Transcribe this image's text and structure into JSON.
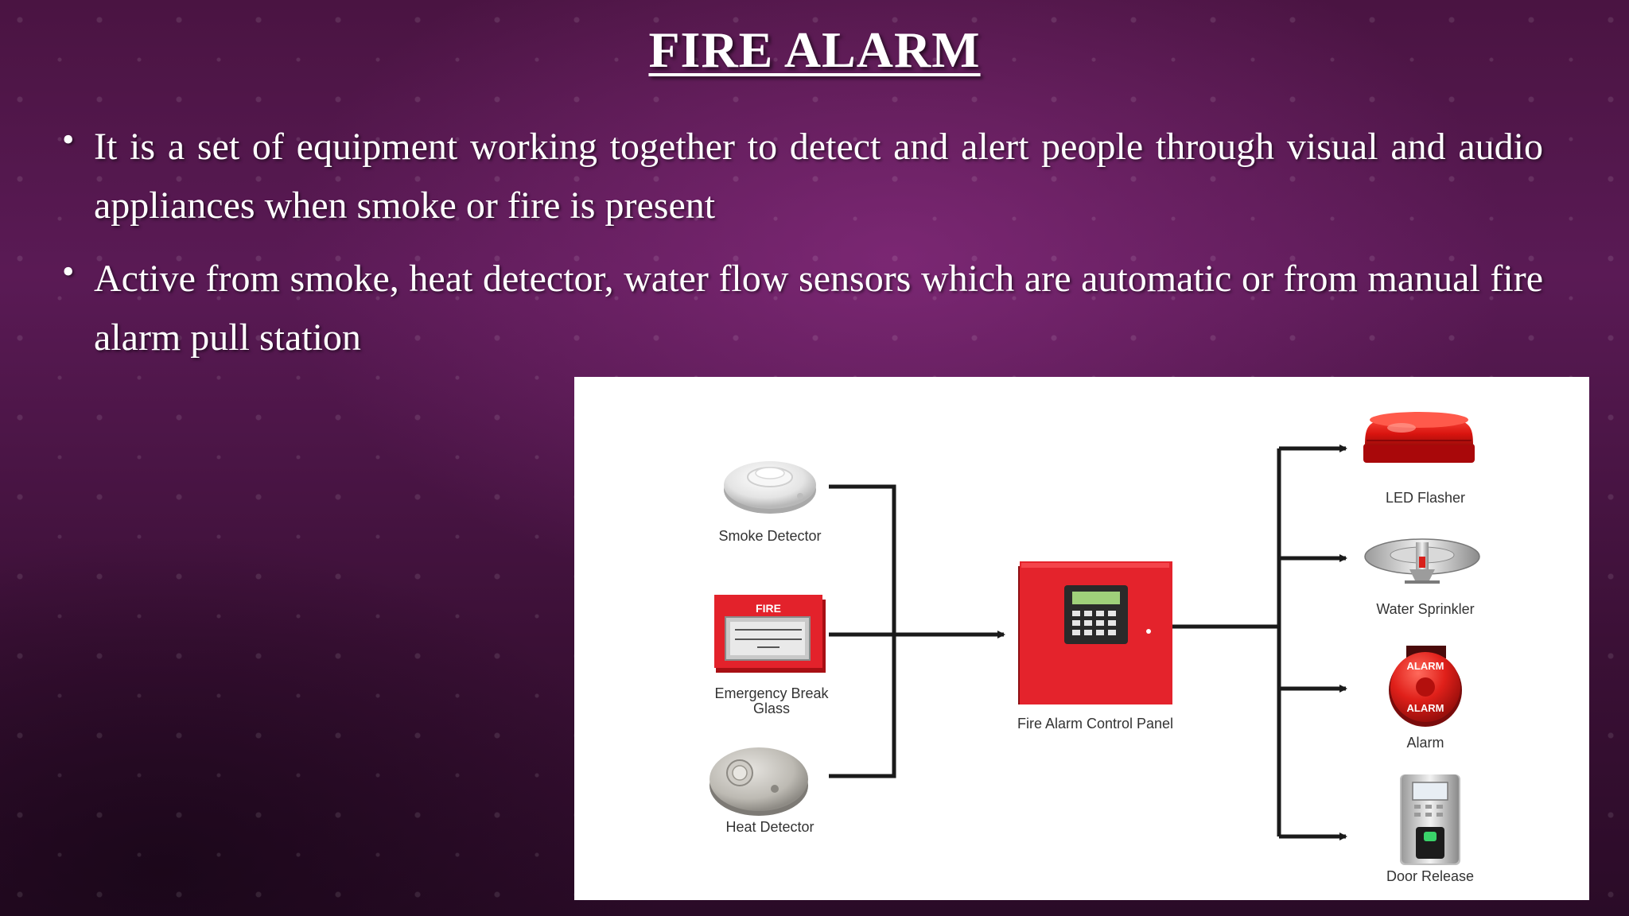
{
  "slide": {
    "title": "FIRE ALARM",
    "bullets": [
      {
        "text": "It is a set of equipment working together to detect and alert people through visual and audio appliances when smoke or fire is present"
      },
      {
        "text": "Active from smoke, heat detector, water flow sensors which are automatic or from manual fire alarm pull station"
      }
    ]
  },
  "diagram": {
    "inputs": [
      {
        "label": "Smoke Detector",
        "icon": "smoke-detector-icon"
      },
      {
        "label": "Emergency Break Glass",
        "icon": "break-glass-icon",
        "device_text": "FIRE"
      },
      {
        "label": "Heat Detector",
        "icon": "heat-detector-icon"
      }
    ],
    "panel": {
      "label": "Fire Alarm Control Panel",
      "icon": "control-panel-icon"
    },
    "outputs": [
      {
        "label": "LED Flasher",
        "icon": "led-flasher-icon"
      },
      {
        "label": "Water Sprinkler",
        "icon": "water-sprinkler-icon"
      },
      {
        "label": "Alarm",
        "icon": "alarm-bell-icon",
        "device_text": "ALARM"
      },
      {
        "label": "Door Release",
        "icon": "door-release-icon"
      }
    ]
  },
  "colors": {
    "background": "#4a1442",
    "text": "#ffffff",
    "device_red": "#e0212c",
    "connector": "#1a1a1a"
  }
}
